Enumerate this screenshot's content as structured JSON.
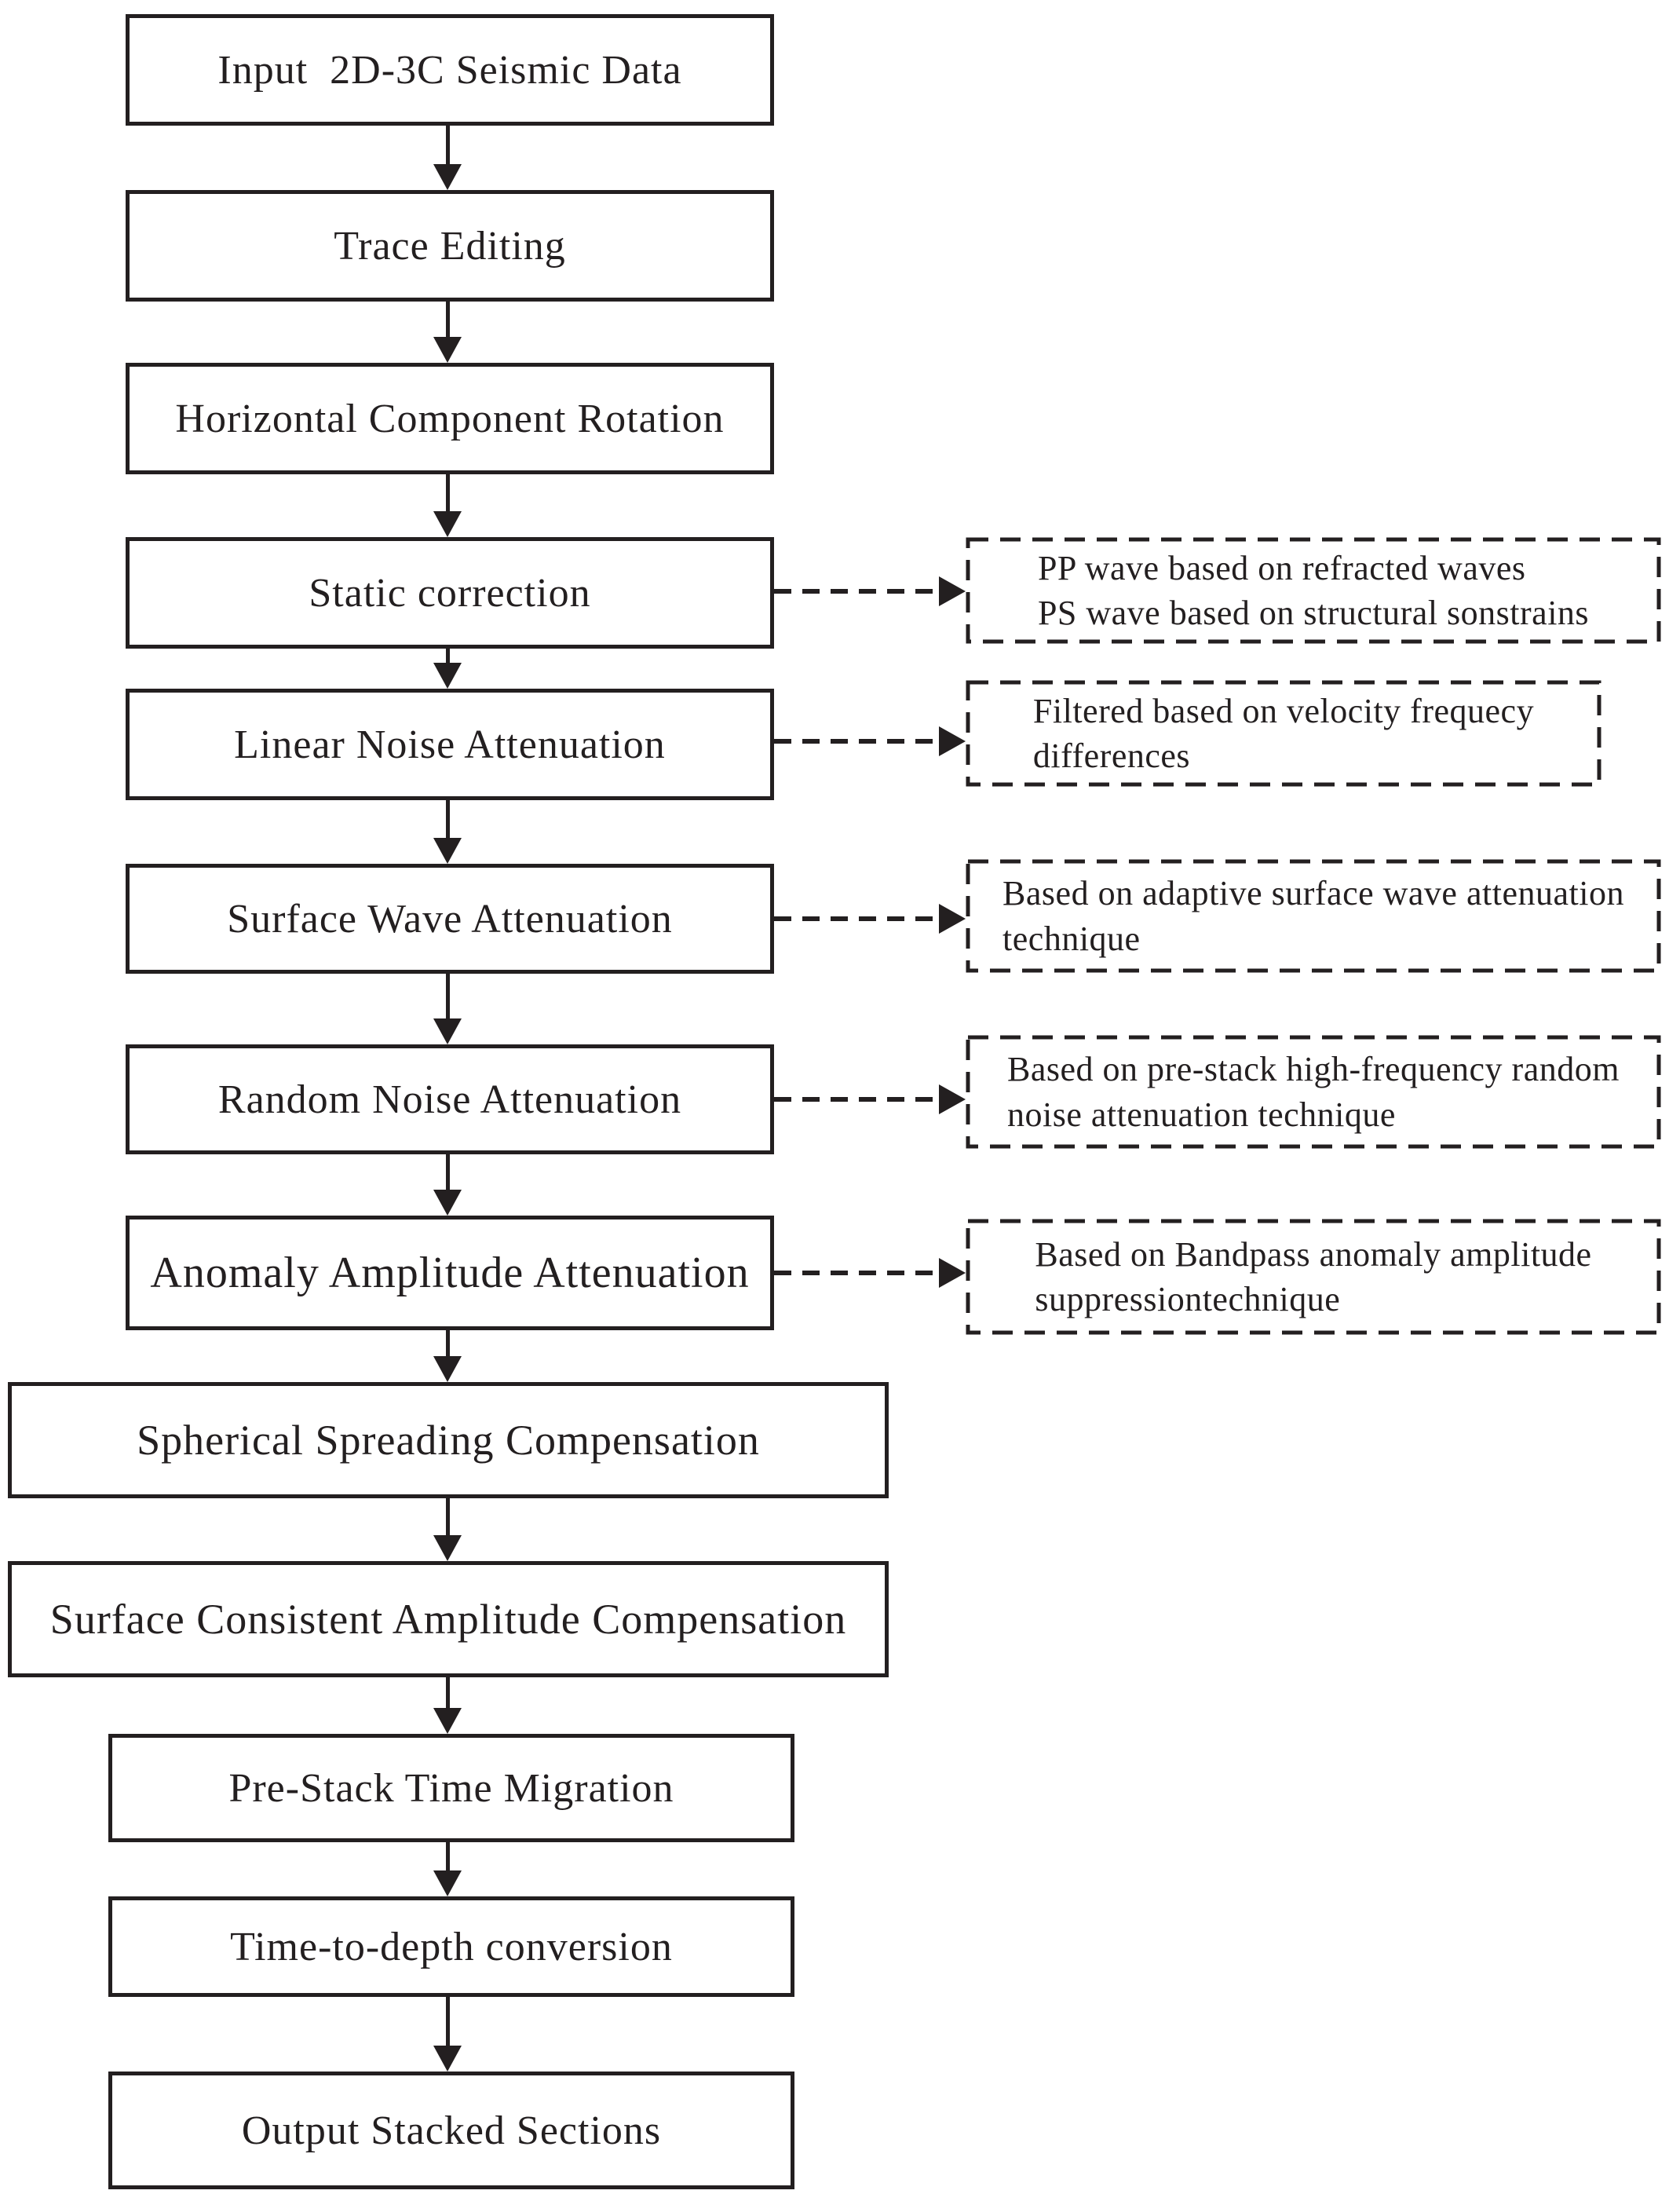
{
  "colors": {
    "ink": "#231f20",
    "background": "#ffffff"
  },
  "flowchart": {
    "steps": [
      {
        "label": "Input  2D-3C Seismic Data"
      },
      {
        "label": "Trace Editing"
      },
      {
        "label": "Horizontal Component Rotation"
      },
      {
        "label": "Static correction"
      },
      {
        "label": "Linear Noise Attenuation"
      },
      {
        "label": "Surface Wave Attenuation"
      },
      {
        "label": "Random Noise Attenuation"
      },
      {
        "label": "Anomaly Amplitude Attenuation"
      },
      {
        "label": "Spherical Spreading Compensation"
      },
      {
        "label": "Surface Consistent Amplitude Compensation"
      },
      {
        "label": "Pre-Stack Time Migration"
      },
      {
        "label": "Time-to-depth conversion"
      },
      {
        "label": "Output Stacked Sections"
      }
    ],
    "annotations": [
      {
        "target": "Static correction",
        "lines": [
          "PP wave based on refracted waves",
          "PS wave based on structural sonstrains"
        ]
      },
      {
        "target": "Linear Noise Attenuation",
        "lines": [
          "Filtered based on velocity frequecy",
          "differences"
        ]
      },
      {
        "target": "Surface Wave Attenuation",
        "lines": [
          "Based on adaptive surface wave attenuation",
          "technique"
        ]
      },
      {
        "target": "Random Noise Attenuation",
        "lines": [
          "Based on pre-stack high-frequency random",
          "noise attenuation technique"
        ]
      },
      {
        "target": "Anomaly Amplitude Attenuation",
        "lines": [
          "Based on Bandpass anomaly amplitude",
          "suppressiontechnique"
        ]
      }
    ]
  }
}
